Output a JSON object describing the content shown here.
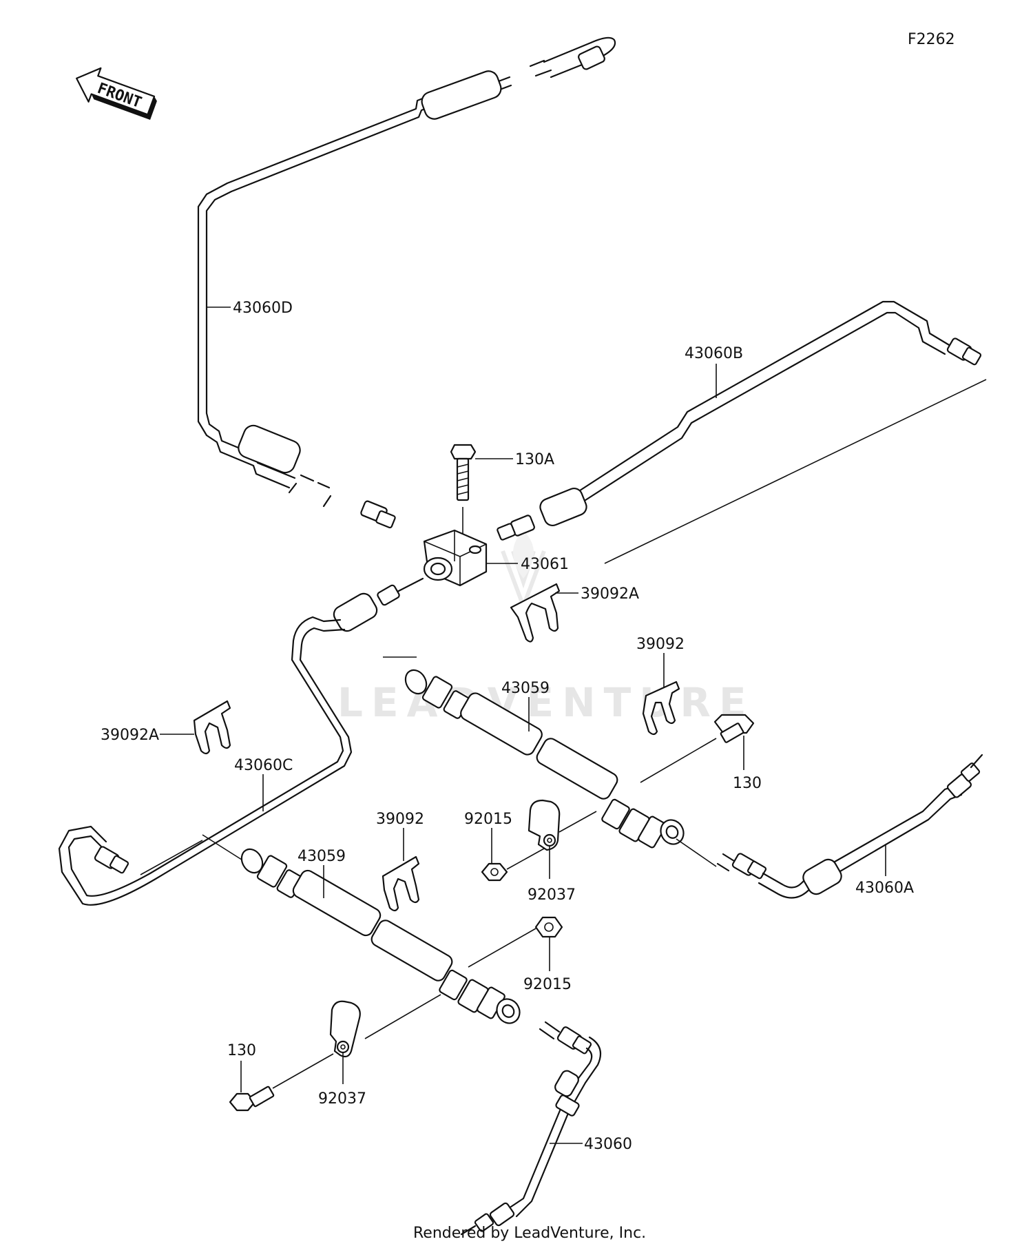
{
  "figure_code": "F2262",
  "front_arrow_text": "FRONT",
  "watermark": "LEADVENTURE",
  "credit": "Rendered by LeadVenture, Inc.",
  "labels": {
    "43060D": "43060D",
    "43060B": "43060B",
    "130A": "130A",
    "43061": "43061",
    "39092A_top": "39092A",
    "39092_top": "39092",
    "43059_top": "43059",
    "39092A_left": "39092A",
    "43060C": "43060C",
    "130_right": "130",
    "92015_top": "92015",
    "39092_mid": "39092",
    "43059_bottom": "43059",
    "92037_top": "92037",
    "43060A": "43060A",
    "92015_bottom": "92015",
    "130_bottom": "130",
    "92037_bottom": "92037",
    "43060": "43060"
  }
}
